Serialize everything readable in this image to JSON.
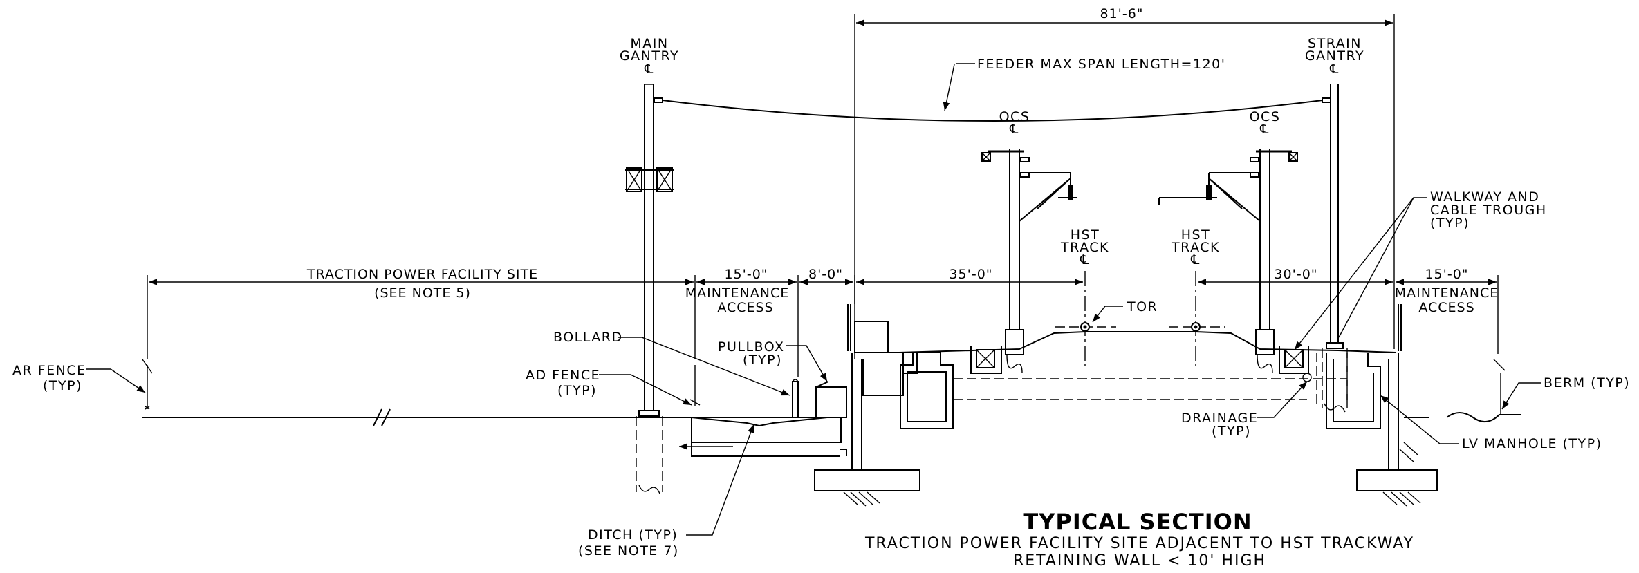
{
  "dimensions": {
    "overall": "81'-6\"",
    "tpf_site": "TRACTION POWER FACILITY SITE",
    "tpf_site_note": "(SEE NOTE 5)",
    "maint_left": "15'-0\"",
    "maint_left_label1": "MAINTENANCE",
    "maint_left_label2": "ACCESS",
    "eight": "8'-0\"",
    "thirtyfive": "35'-0\"",
    "thirty": "30'-0\"",
    "maint_right": "15'-0\"",
    "maint_right_label1": "MAINTENANCE",
    "maint_right_label2": "ACCESS"
  },
  "labels": {
    "main_gantry_1": "MAIN",
    "main_gantry_2": "GANTRY",
    "strain_gantry_1": "STRAIN",
    "strain_gantry_2": "GANTRY",
    "centerline": "℄",
    "feeder": "FEEDER MAX SPAN LENGTH=120'",
    "ocs": "OCS",
    "hst_1": "HST",
    "hst_2": "TRACK",
    "tor": "TOR",
    "walkway_1": "WALKWAY AND",
    "walkway_2": "CABLE TROUGH",
    "walkway_3": "(TYP)",
    "ar_fence_1": "AR FENCE",
    "ar_fence_2": "(TYP)",
    "ad_fence_1": "AD FENCE",
    "ad_fence_2": "(TYP)",
    "bollard": "BOLLARD",
    "pullbox_1": "PULLBOX",
    "pullbox_2": "(TYP)",
    "drainage_1": "DRAINAGE",
    "drainage_2": "(TYP)",
    "lv_manhole": "LV MANHOLE (TYP)",
    "berm": "BERM (TYP)",
    "ditch_1": "DITCH (TYP)",
    "ditch_2": "(SEE NOTE 7)"
  },
  "title": {
    "main": "TYPICAL SECTION",
    "line1": "TRACTION POWER FACILITY SITE ADJACENT TO HST TRACKWAY",
    "line2": "RETAINING WALL < 10' HIGH"
  }
}
